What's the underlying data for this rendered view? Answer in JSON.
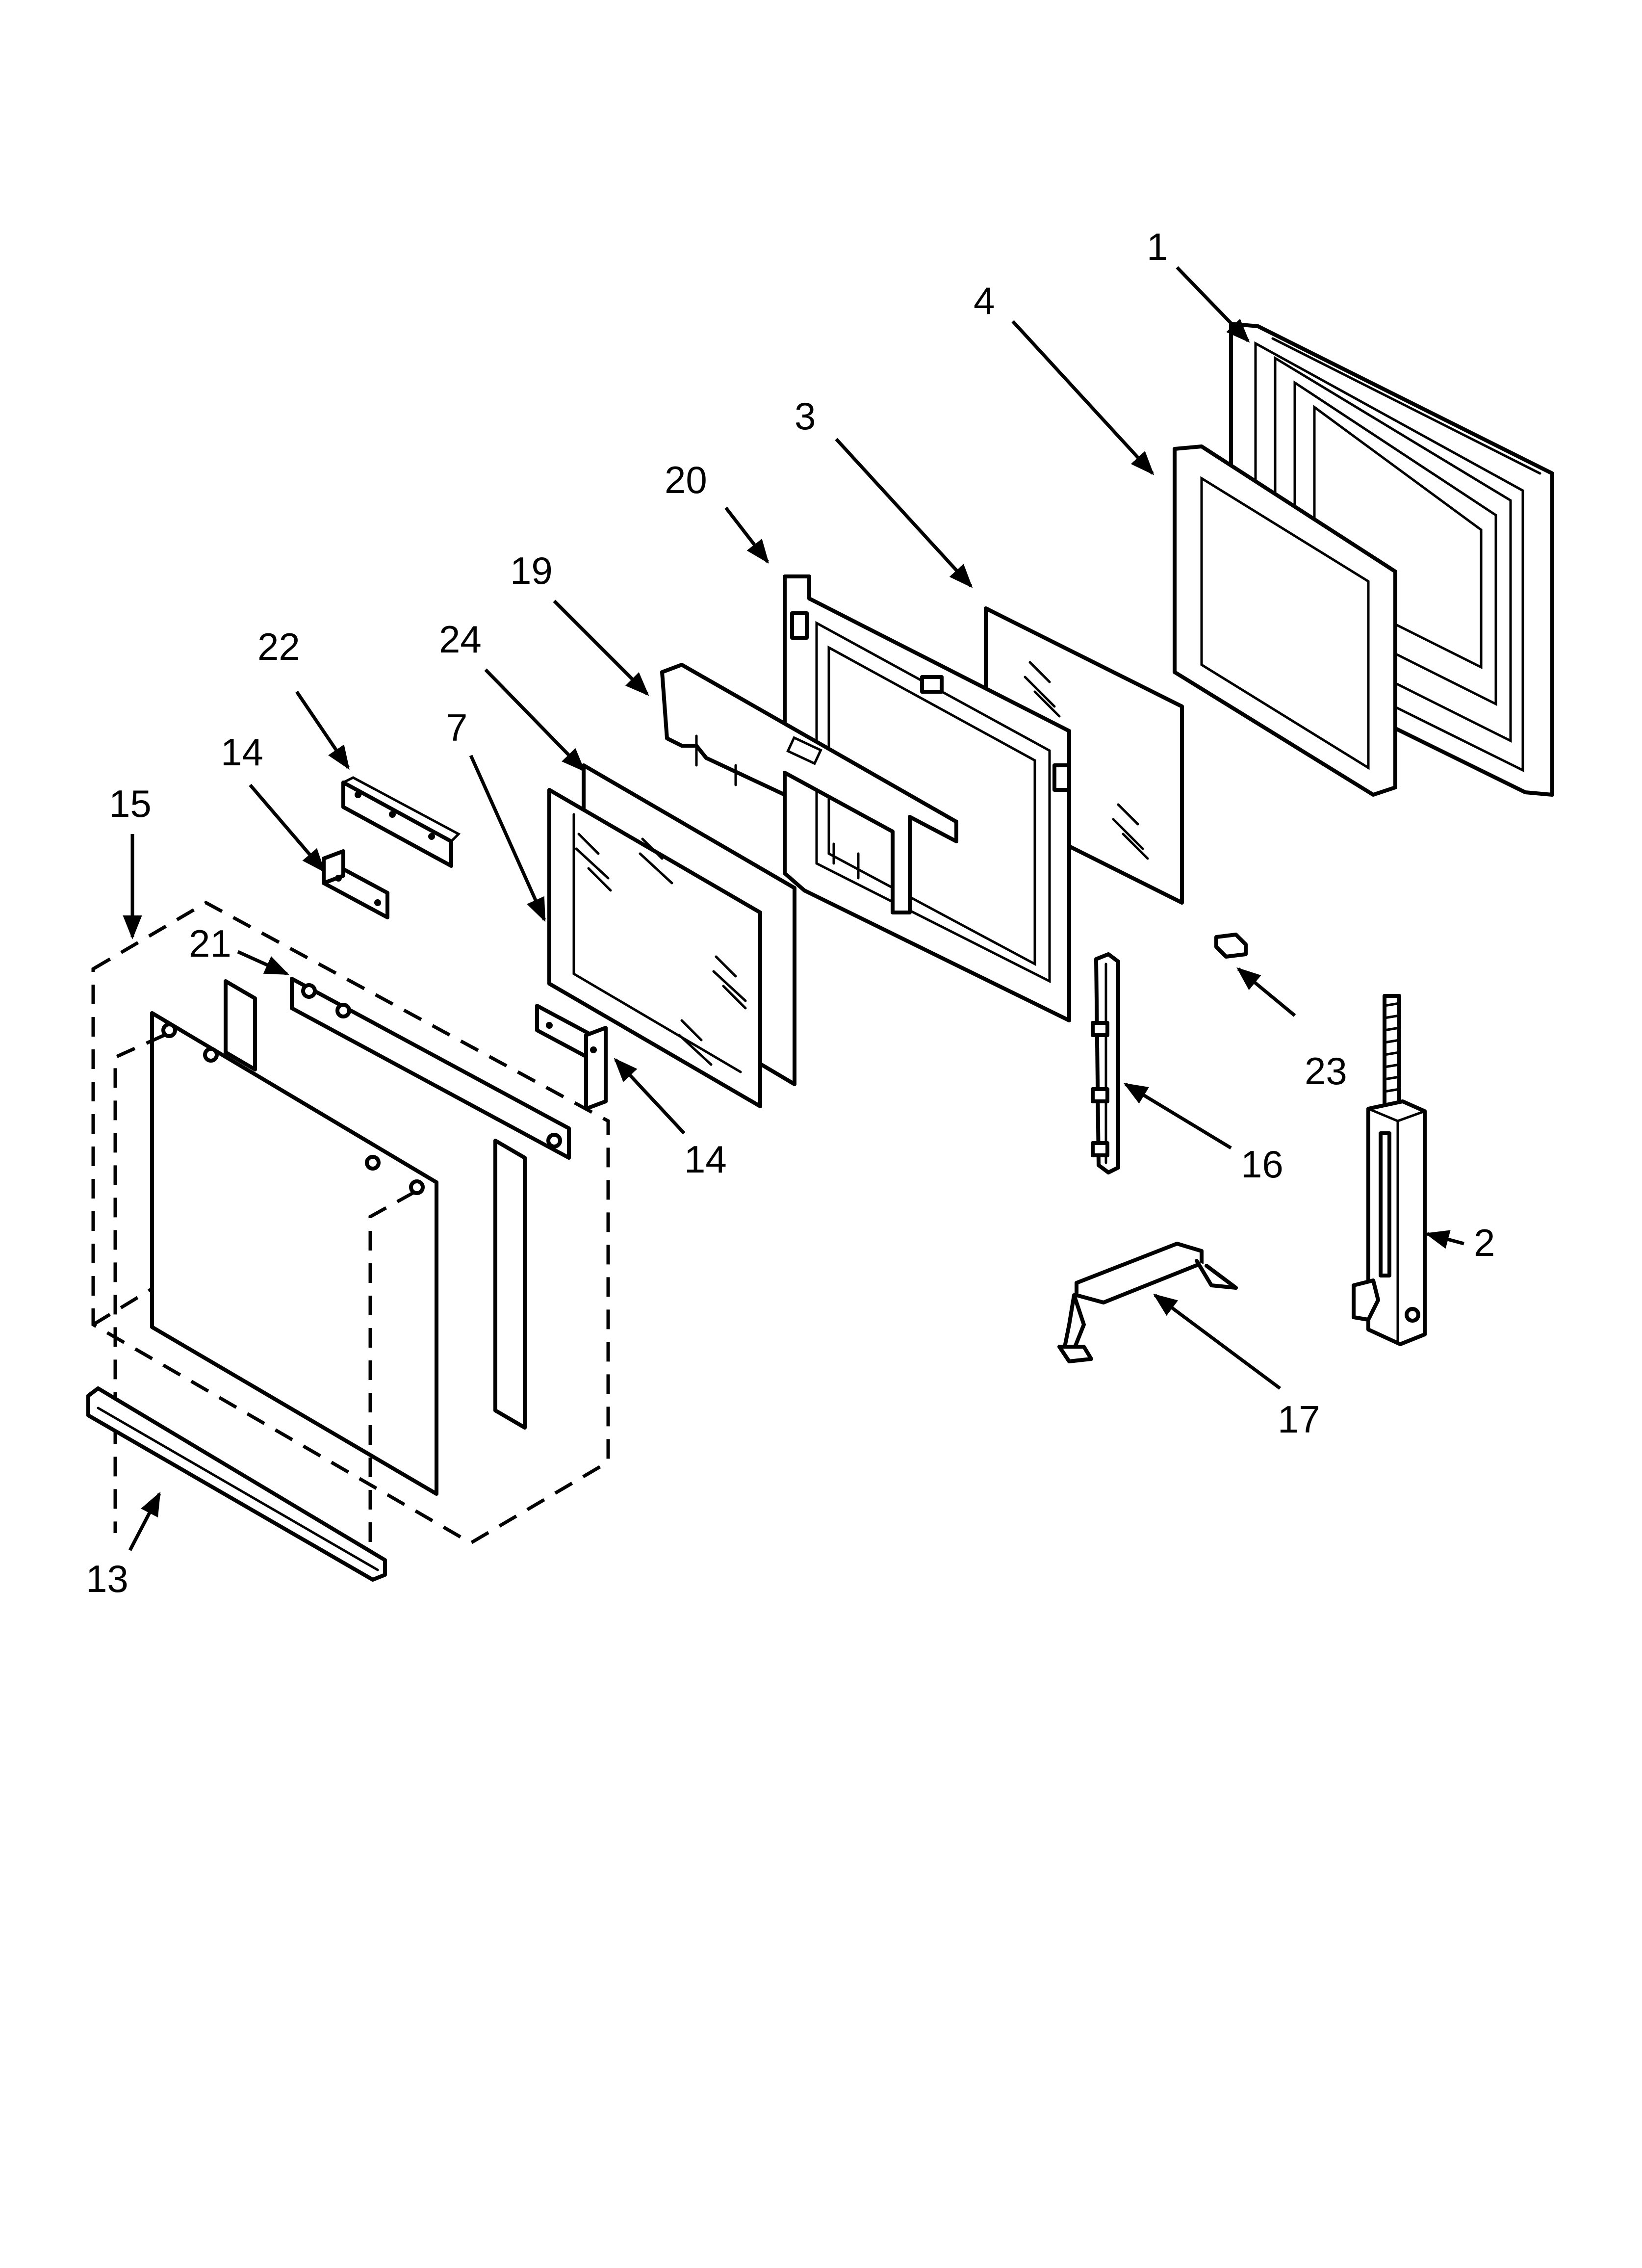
{
  "diagram": {
    "callouts": [
      {
        "id": "c1",
        "label": "1"
      },
      {
        "id": "c4",
        "label": "4"
      },
      {
        "id": "c3",
        "label": "3"
      },
      {
        "id": "c20",
        "label": "20"
      },
      {
        "id": "c19",
        "label": "19"
      },
      {
        "id": "c22",
        "label": "22"
      },
      {
        "id": "c24",
        "label": "24"
      },
      {
        "id": "c7",
        "label": "7"
      },
      {
        "id": "c14a",
        "label": "14"
      },
      {
        "id": "c15",
        "label": "15"
      },
      {
        "id": "c21",
        "label": "21"
      },
      {
        "id": "c14b",
        "label": "14"
      },
      {
        "id": "c23",
        "label": "23"
      },
      {
        "id": "c16",
        "label": "16"
      },
      {
        "id": "c2",
        "label": "2"
      },
      {
        "id": "c17",
        "label": "17"
      },
      {
        "id": "c13",
        "label": "13"
      }
    ]
  },
  "colors": {
    "line": "#000000",
    "background": "#ffffff"
  }
}
